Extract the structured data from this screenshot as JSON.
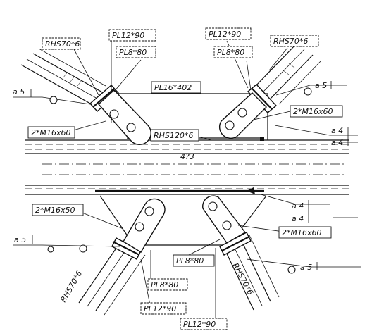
{
  "labels": {
    "rhs70_tl": "RHS70*6",
    "pl12_tl": "PL12*90",
    "pl8_tl": "PL8*80",
    "pl12_tr": "PL12*90",
    "pl8_tr": "PL8*80",
    "rhs70_tr": "RHS70*6",
    "pl16": "PL16*402",
    "a5_tl": "a 5",
    "a5_tr": "a 5",
    "m16_tr": "2*M16x60",
    "m16_tl": "2*M16x60",
    "rhs120": "RHS120*6",
    "a4_r1": "a 4",
    "a4_r2": "a 4",
    "dim": "4?3",
    "m16_bl": "2*M16x50",
    "a4_r3": "a 4",
    "a4_r4": "a 4",
    "m16_br": "2*M16x60",
    "a5_bl": "a 5",
    "pl8_br": "PL8*80",
    "a5_br": "a 5",
    "pl8_bl": "PL8*80",
    "rhs70_bl": "RHS70*6",
    "rhs70_br": "RHS70*6",
    "pl12_bl": "PL12*90",
    "pl12_br": "PL12*90"
  }
}
